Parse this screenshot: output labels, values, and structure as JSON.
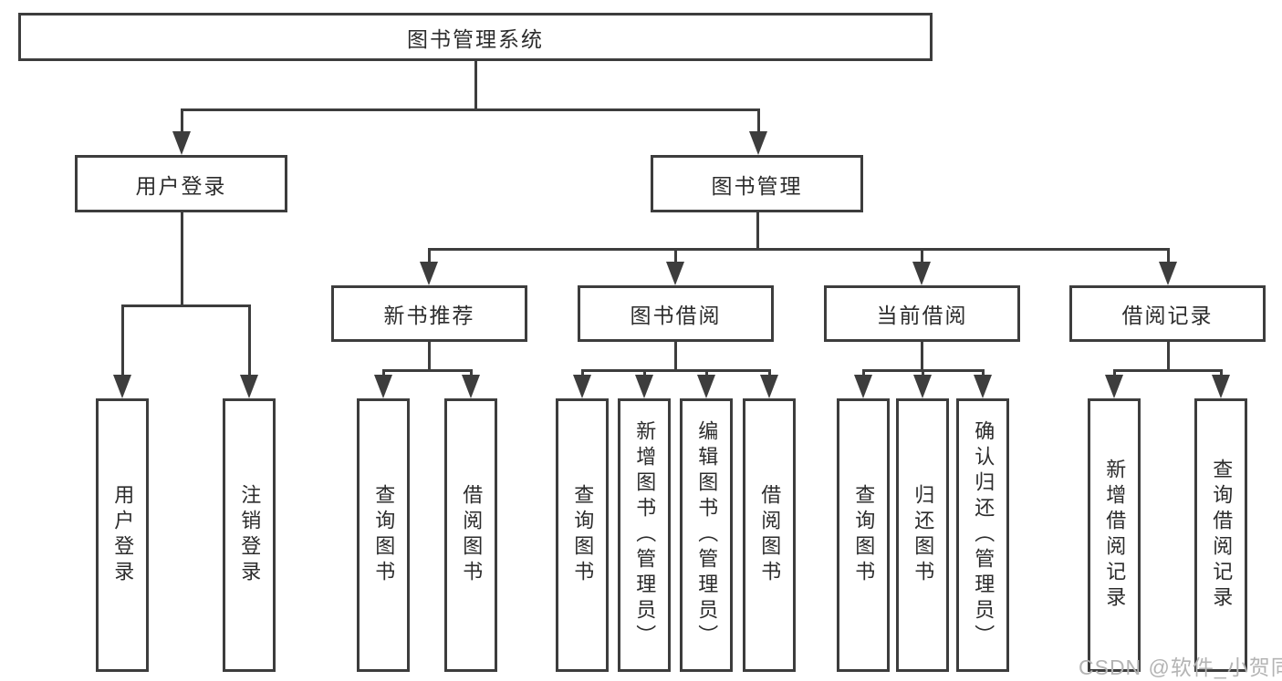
{
  "diagram": {
    "root_label": "图书管理系统",
    "level2": [
      {
        "label": "用户登录"
      },
      {
        "label": "图书管理"
      }
    ],
    "level3": [
      {
        "label": "新书推荐",
        "parent": "图书管理"
      },
      {
        "label": "图书借阅",
        "parent": "图书管理"
      },
      {
        "label": "当前借阅",
        "parent": "图书管理"
      },
      {
        "label": "借阅记录",
        "parent": "图书管理"
      }
    ],
    "leaves": [
      {
        "label": "用户登录",
        "parent": "用户登录"
      },
      {
        "label": "注销登录",
        "parent": "用户登录"
      },
      {
        "label": "查询图书",
        "parent": "新书推荐"
      },
      {
        "label": "借阅图书",
        "parent": "新书推荐"
      },
      {
        "label": "查询图书",
        "parent": "图书借阅"
      },
      {
        "label": "新增图书（管理员）",
        "parent": "图书借阅"
      },
      {
        "label": "编辑图书（管理员）",
        "parent": "图书借阅"
      },
      {
        "label": "借阅图书",
        "parent": "图书借阅"
      },
      {
        "label": "查询图书",
        "parent": "当前借阅"
      },
      {
        "label": "归还图书",
        "parent": "当前借阅"
      },
      {
        "label": "确认归还（管理员）",
        "parent": "当前借阅"
      },
      {
        "label": "新增借阅记录",
        "parent": "借阅记录"
      },
      {
        "label": "查询借阅记录",
        "parent": "借阅记录"
      }
    ]
  },
  "watermark": "CSDN @软件_小贺同学",
  "colors": {
    "line": "#3d3d3d",
    "text": "#2c2c2c",
    "watermark": "#b4b4b4",
    "background": "#ffffff"
  }
}
